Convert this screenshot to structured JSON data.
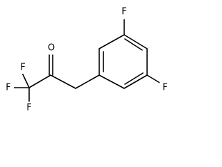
{
  "molecule": {
    "atoms": {
      "oxygen": "O",
      "fluorine_cf3_top": "F",
      "fluorine_cf3_left": "F",
      "fluorine_cf3_bottom": "F",
      "fluorine_ring_top": "F",
      "fluorine_ring_right": "F"
    }
  }
}
